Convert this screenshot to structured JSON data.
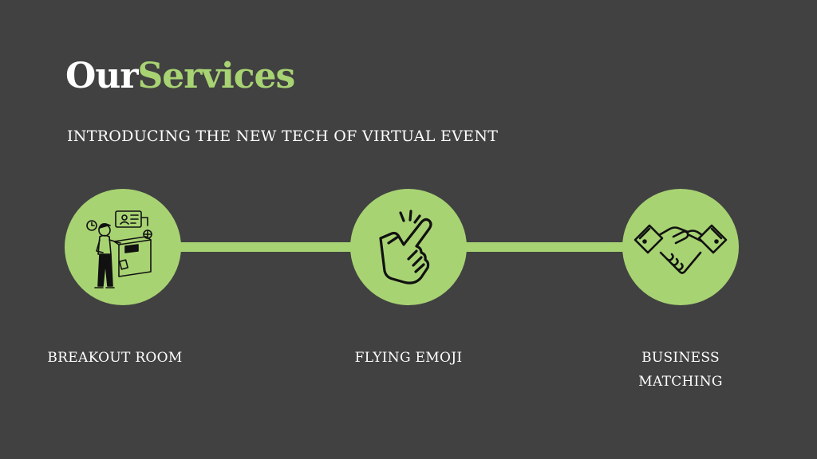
{
  "header": {
    "title_part1": "Our",
    "title_part2": "Services",
    "subtitle": "INTRODUCING THE NEW TECH OF VIRTUAL EVENT"
  },
  "colors": {
    "background": "#414141",
    "accent": "#a8d373",
    "text": "#ffffff"
  },
  "services": [
    {
      "icon": "breakout-room-illustration-icon",
      "label": "BREAKOUT ROOM"
    },
    {
      "icon": "snapping-fingers-icon",
      "label": "FLYING EMOJI"
    },
    {
      "icon": "handshake-icon",
      "label_line1": "BUSINESS",
      "label_line2": "MATCHING"
    }
  ]
}
